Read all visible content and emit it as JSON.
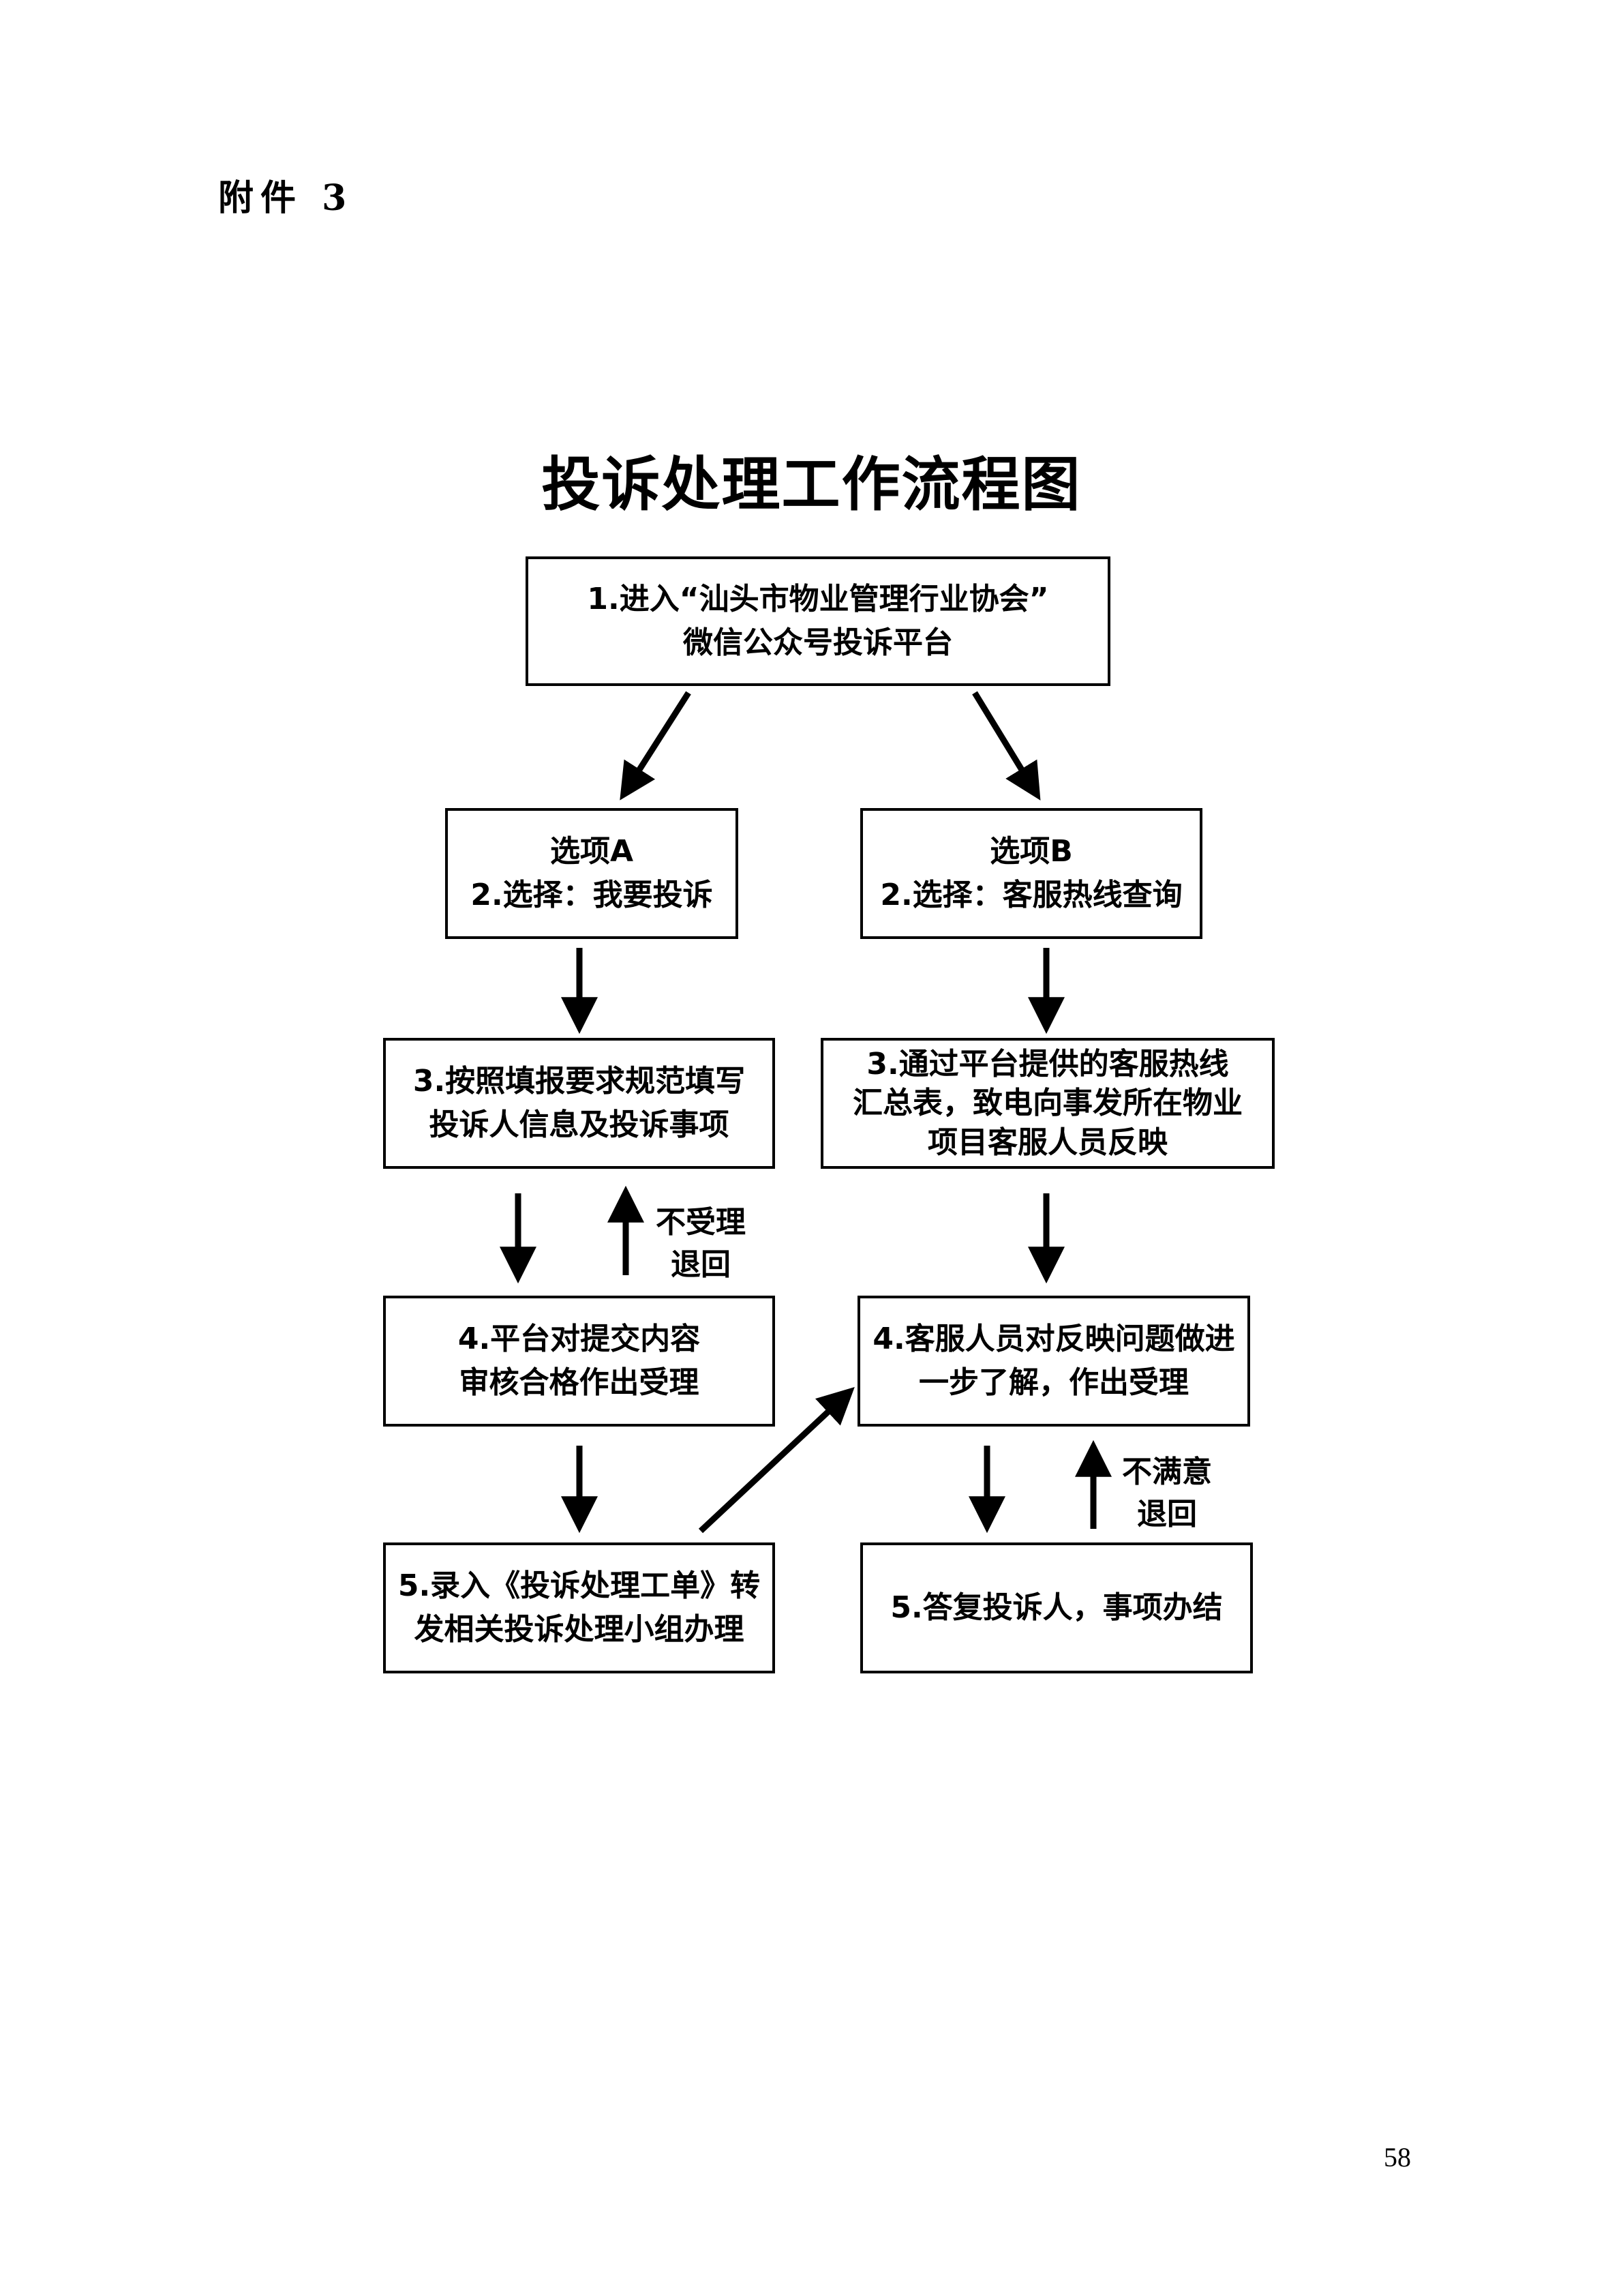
{
  "header": {
    "attachment": "附件 3"
  },
  "title": "投诉处理工作流程图",
  "page_number": "58",
  "nodes": {
    "start": {
      "lines": [
        "1.进入“汕头市物业管理行业协会”",
        "微信公众号投诉平台"
      ]
    },
    "optionA": {
      "lines": [
        "选项A",
        "2.选择：我要投诉"
      ]
    },
    "optionB": {
      "lines": [
        "选项B",
        "2.选择：客服热线查询"
      ]
    },
    "a3": {
      "lines": [
        "3.按照填报要求规范填写",
        "投诉人信息及投诉事项"
      ]
    },
    "b3": {
      "lines": [
        "3.通过平台提供的客服热线",
        "汇总表，致电向事发所在物业",
        "项目客服人员反映"
      ]
    },
    "a4": {
      "lines": [
        "4.平台对提交内容",
        "审核合格作出受理"
      ]
    },
    "b4": {
      "lines": [
        "4.客服人员对反映问题做进",
        "一步了解，作出受理"
      ]
    },
    "a5": {
      "lines": [
        "5.录入《投诉处理工单》转",
        "发相关投诉处理小组办理"
      ]
    },
    "b5": {
      "lines": [
        "5.答复投诉人，事项办结"
      ]
    }
  },
  "edge_labels": {
    "reject_return": [
      "不受理",
      "退回"
    ],
    "unsatisfied_return": [
      "不满意",
      "退回"
    ]
  }
}
